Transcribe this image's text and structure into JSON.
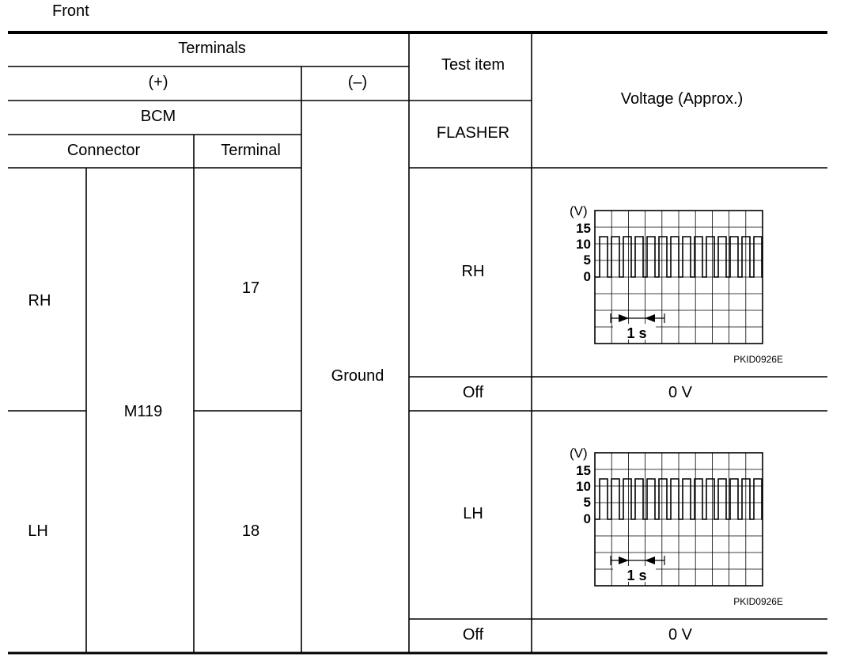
{
  "caption": "Front",
  "headers": {
    "terminals": "Terminals",
    "plus": "(+)",
    "minus": "(–)",
    "test_item": "Test item",
    "voltage": "Voltage (Approx.)",
    "bcm": "BCM",
    "connector": "Connector",
    "terminal": "Terminal",
    "flasher": "FLASHER"
  },
  "body": {
    "connector": "M119",
    "ground": "Ground"
  },
  "rows": [
    {
      "side": "RH",
      "terminal": "17",
      "on_label": "RH",
      "off_label": "Off",
      "off_voltage": "0 V",
      "graph": {
        "unit": "(V)",
        "yticks": [
          "15",
          "10",
          "5",
          "0"
        ],
        "time_label": "1 s",
        "code": "PKID0926E"
      }
    },
    {
      "side": "LH",
      "terminal": "18",
      "on_label": "LH",
      "off_label": "Off",
      "off_voltage": "0 V",
      "graph": {
        "unit": "(V)",
        "yticks": [
          "15",
          "10",
          "5",
          "0"
        ],
        "time_label": "1 s",
        "code": "PKID0926E"
      }
    }
  ]
}
